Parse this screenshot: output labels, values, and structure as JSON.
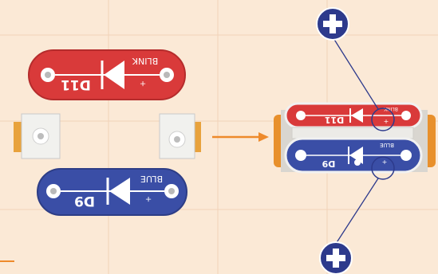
{
  "diagram": {
    "background_color": "#fbe9d6",
    "grid_color": "#f2d2b8",
    "arrow_color": "#ee8a2b",
    "red_part_color": "#d93a3a",
    "blue_part_color": "#3a4ea6",
    "plus_marker_color": "#2d3a8c",
    "left_group": {
      "top_led": {
        "label": "D11",
        "name": "BLINK",
        "polarity": "+"
      },
      "bottom_led": {
        "label": "D9",
        "name": "BLUE",
        "polarity": "+"
      }
    },
    "right_group": {
      "top_led": {
        "label": "D11",
        "name": "BLINK",
        "polarity": "+"
      },
      "bottom_led": {
        "label": "D9",
        "name": "BLUE",
        "polarity": "+"
      }
    },
    "plus_markers": [
      {
        "name": "plus-top",
        "symbol": "+"
      },
      {
        "name": "plus-bottom",
        "symbol": "+"
      }
    ]
  }
}
